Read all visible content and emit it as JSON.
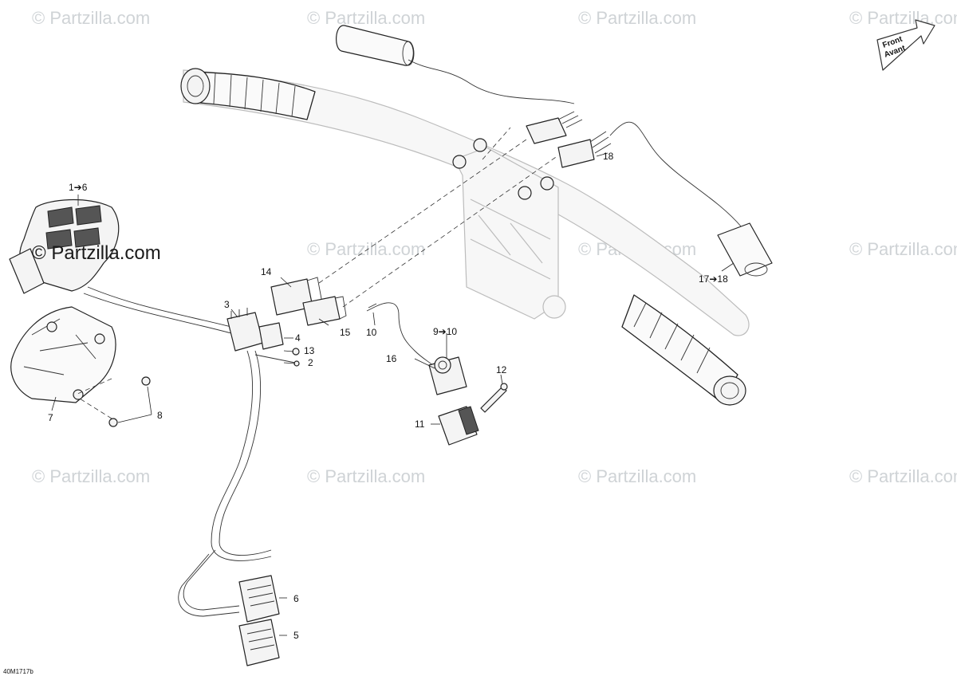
{
  "watermark": {
    "text": "© Partzilla.com",
    "prominent_text": "© Partzilla.com"
  },
  "figure_code": "40M1717b",
  "direction_arrow": {
    "line1": "Front",
    "line2": "Avant"
  },
  "callouts": {
    "c1_6": "1➔6",
    "c2": "2",
    "c3": "3",
    "c4": "4",
    "c5": "5",
    "c6": "6",
    "c7": "7",
    "c8": "8",
    "c9_10": "9➔10",
    "c10": "10",
    "c11": "11",
    "c12": "12",
    "c13": "13",
    "c14": "14",
    "c15": "15",
    "c16": "16",
    "c17_18": "17➔18",
    "c18": "18"
  }
}
